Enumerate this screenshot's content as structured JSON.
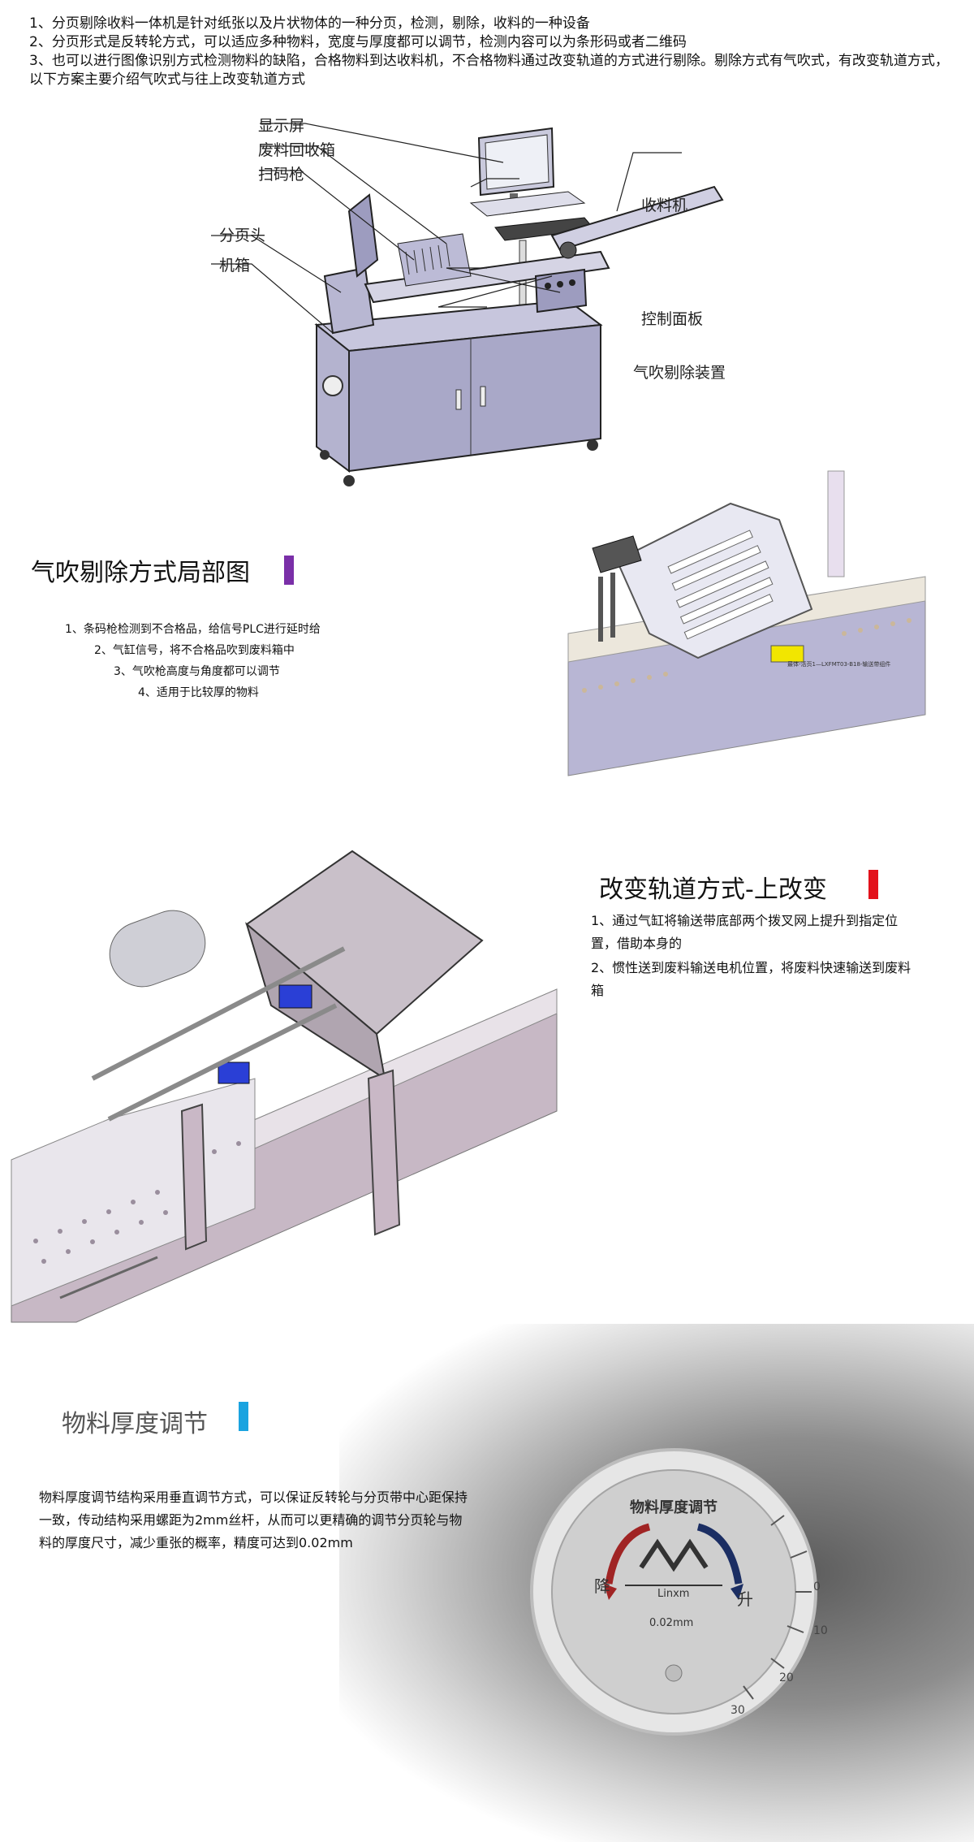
{
  "intro": {
    "lines": [
      "1、分页剔除收料一体机是针对纸张以及片状物体的一种分页，检测，剔除，收料的一种设备",
      "2、分页形式是反转轮方式，可以适应多种物料，宽度与厚度都可以调节，检测内容可以为条形码或者二维码",
      "3、也可以进行图像识别方式检测物料的缺陷，合格物料到达收料机，不合格物料通过改变轨道的方式进行剔除。剔除方式有气吹式，有改变轨道方式，以下方案主要介绍气吹式与往上改变轨道方式"
    ]
  },
  "machine": {
    "labels": {
      "display": "显示屏",
      "waste_box": "废料回收箱",
      "scanner": "扫码枪",
      "collector": "收料机",
      "feeder_head": "分页头",
      "cabinet": "机箱",
      "control_panel": "控制面板",
      "air_device": "气吹剔除装置"
    }
  },
  "air_section": {
    "title": "气吹剔除方式局部图",
    "bar_color": "#7a2fa8",
    "items": [
      "1、条码枪检测到不合格品，给信号PLC进行延时给",
      "2、气缸信号，将不合格品吹到废料箱中",
      "3、气吹枪高度与角度都可以调节",
      "4、适用于比较厚的物料"
    ],
    "figure_tag": "最体-活页1—LXFMT03-B18-输送带组件"
  },
  "track_section": {
    "title": "改变轨道方式-上改变",
    "bar_color": "#e3121b",
    "items": [
      "1、通过气缸将输送带底部两个拨叉网上提升到指定位置，借助本身的",
      "2、惯性送到废料输送电机位置，将废料快速输送到废料箱"
    ]
  },
  "thickness_section": {
    "title": "物料厚度调节",
    "bar_color": "#1aa3e0",
    "paragraph": "物料厚度调节结构采用垂直调节方式，可以保证反转轮与分页带中心距保持一致，传动结构采用螺距为2mm丝杆，从而可以更精确的调节分页轮与物料的厚度尺寸，减少重张的概率，精度可达到0.02mm",
    "dial": {
      "top_text": "物料厚度调节",
      "brand": "Linxm",
      "left": "降",
      "right": "升",
      "precision": "0.02mm",
      "scale_marks": [
        "0",
        "10",
        "20",
        "30"
      ]
    }
  }
}
